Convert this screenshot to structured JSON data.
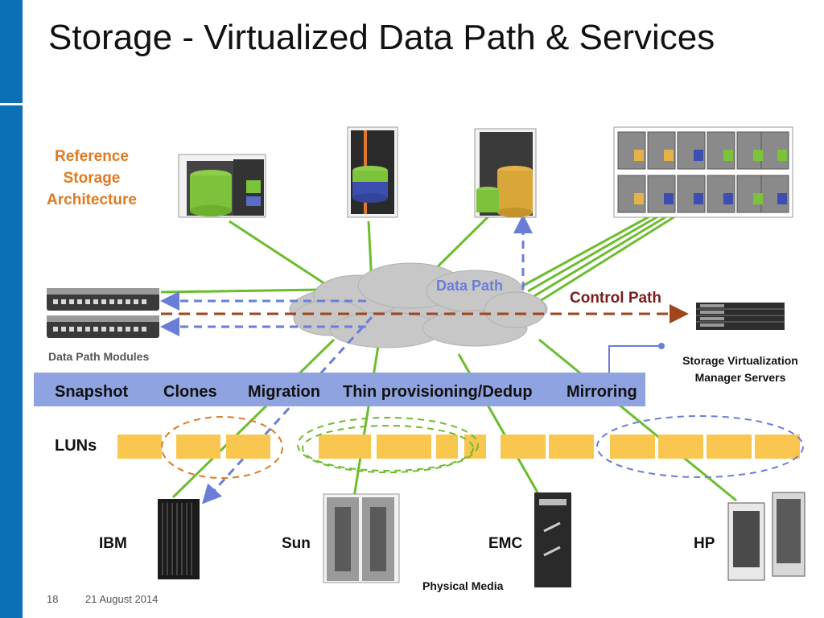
{
  "slide": {
    "title": "Storage - Virtualized Data Path & Services",
    "reference_label": "Reference Storage Architecture",
    "data_path_modules_label": "Data Path Modules",
    "svm_label": "Storage Virtualization Manager Servers",
    "data_path_label": "Data Path",
    "control_path_label": "Control Path",
    "services": [
      "Snapshot",
      "Clones",
      "Migration",
      "Thin provisioning/Dedup",
      "Mirroring"
    ],
    "luns_label": "LUNs",
    "vendors": [
      "IBM",
      "Sun",
      "EMC",
      "HP"
    ],
    "physical_media_label": "Physical Media",
    "page_number": "18",
    "date": "21 August 2014"
  },
  "colors": {
    "accent_blue": "#0a6fb5",
    "reference_orange": "#e07a20",
    "service_band": "#8fa3e0",
    "lun_yellow": "#f9c74f",
    "link_green": "#6cbd2e",
    "data_path_blue": "#6a7ed8",
    "control_path_brown": "#a0461c",
    "cloud_gray": "#c7c7c7"
  }
}
